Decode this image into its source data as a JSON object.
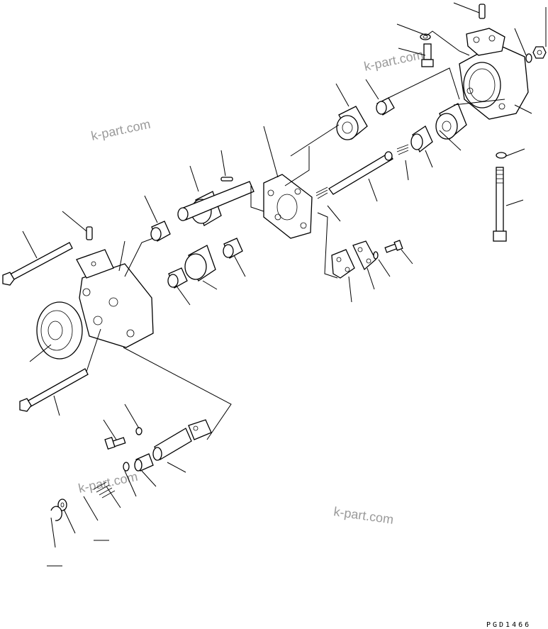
{
  "watermarks": [
    "k-part.com",
    "k-part.com",
    "k-part.com",
    "k-part.com"
  ],
  "drawing_code": "PGD1466",
  "colors": {
    "line": "#000000",
    "watermark": "#9a9a9a",
    "background": "#ffffff"
  }
}
